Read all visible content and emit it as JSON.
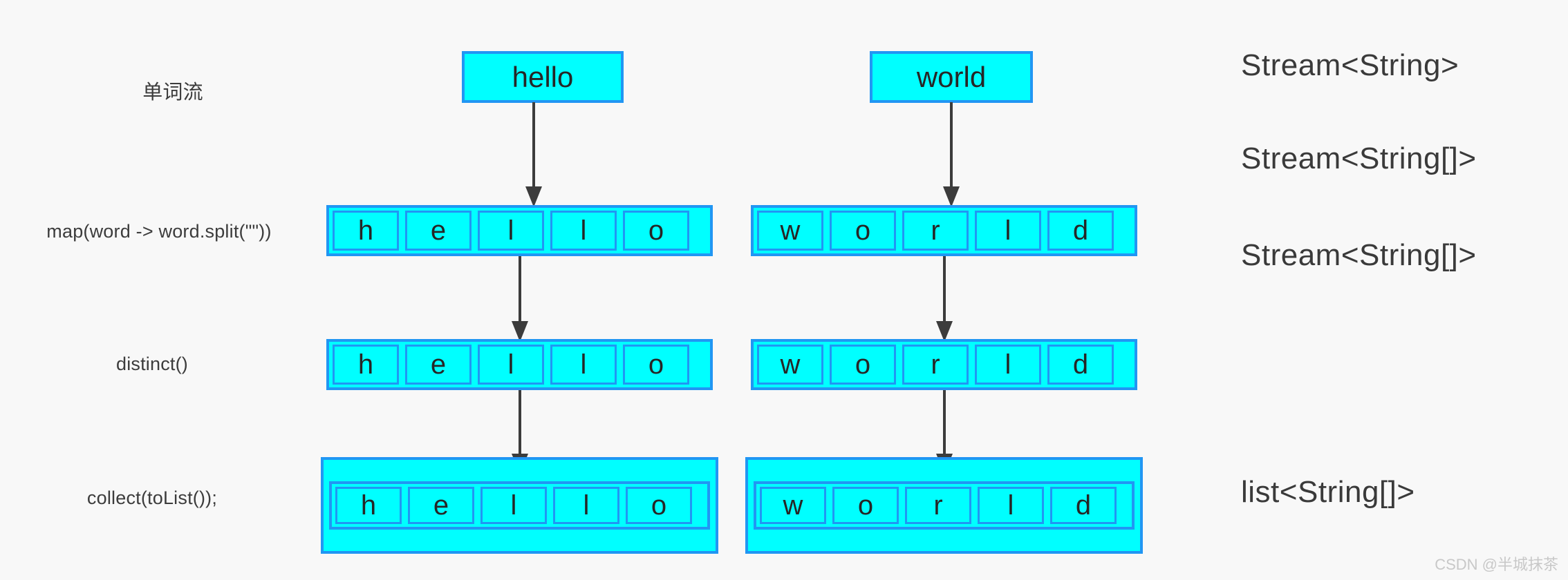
{
  "diagram": {
    "title": "Java Stream pipeline for splitting words into characters",
    "background_color": "#f8f8f8",
    "box_fill_color": "#00ffff",
    "box_border_color": "#2196f3",
    "arrow_color": "#3c3c3c",
    "text_color": "#3a3a3a"
  },
  "rows": [
    {
      "stage_label": "单词流",
      "type_label": "Stream<String>",
      "kind": "word",
      "groups": [
        {
          "name": "hello",
          "text": "hello"
        },
        {
          "name": "world",
          "text": "world"
        }
      ]
    },
    {
      "stage_label": "map(word -> word.split(\"\"))",
      "type_label": "Stream<String[]>",
      "kind": "array",
      "groups": [
        {
          "name": "hello",
          "cells": [
            "h",
            "e",
            "l",
            "l",
            "o"
          ]
        },
        {
          "name": "world",
          "cells": [
            "w",
            "o",
            "r",
            "l",
            "d"
          ]
        }
      ]
    },
    {
      "stage_label": "distinct()",
      "type_label": "Stream<String[]>",
      "kind": "array",
      "groups": [
        {
          "name": "hello",
          "cells": [
            "h",
            "e",
            "l",
            "l",
            "o"
          ]
        },
        {
          "name": "world",
          "cells": [
            "w",
            "o",
            "r",
            "l",
            "d"
          ]
        }
      ]
    },
    {
      "stage_label": "collect(toList());",
      "type_label": "list<String[]>",
      "kind": "list",
      "groups": [
        {
          "name": "hello",
          "cells": [
            "h",
            "e",
            "l",
            "l",
            "o"
          ]
        },
        {
          "name": "world",
          "cells": [
            "w",
            "o",
            "r",
            "l",
            "d"
          ]
        }
      ]
    }
  ],
  "arrows": [
    {
      "name": "arrow-hello-1",
      "from_row": 0,
      "to_row": 1
    },
    {
      "name": "arrow-world-1",
      "from_row": 0,
      "to_row": 1
    },
    {
      "name": "arrow-hello-2",
      "from_row": 1,
      "to_row": 2
    },
    {
      "name": "arrow-world-2",
      "from_row": 1,
      "to_row": 2
    },
    {
      "name": "arrow-hello-3",
      "from_row": 2,
      "to_row": 3
    },
    {
      "name": "arrow-world-3",
      "from_row": 2,
      "to_row": 3
    }
  ],
  "watermark": "CSDN @半城抹茶"
}
